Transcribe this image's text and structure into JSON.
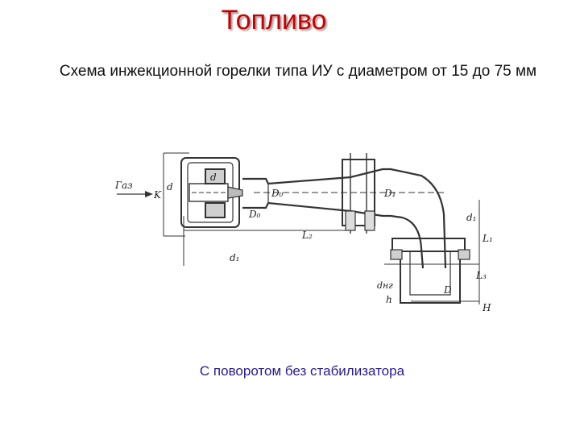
{
  "title": "Топливо",
  "subtitle": "Схема инжекционной горелки типа ИУ с диаметром от 15 до 75 мм",
  "caption": "С поворотом без стабилизатора",
  "drawing": {
    "labels": {
      "gas": "Газ",
      "d": "d",
      "k": "K",
      "d_left": "d",
      "d_zero": "D₀",
      "d_throat": "D₀",
      "d_one": "D₁",
      "l_two": "L₂",
      "d_pipe": "d₁",
      "d_one_bottom": "d₁",
      "l_one": "L₁",
      "l_three": "L₃",
      "d_ng": "dнг",
      "h_small": "h",
      "d_bottom": "D",
      "h_big": "H"
    }
  }
}
